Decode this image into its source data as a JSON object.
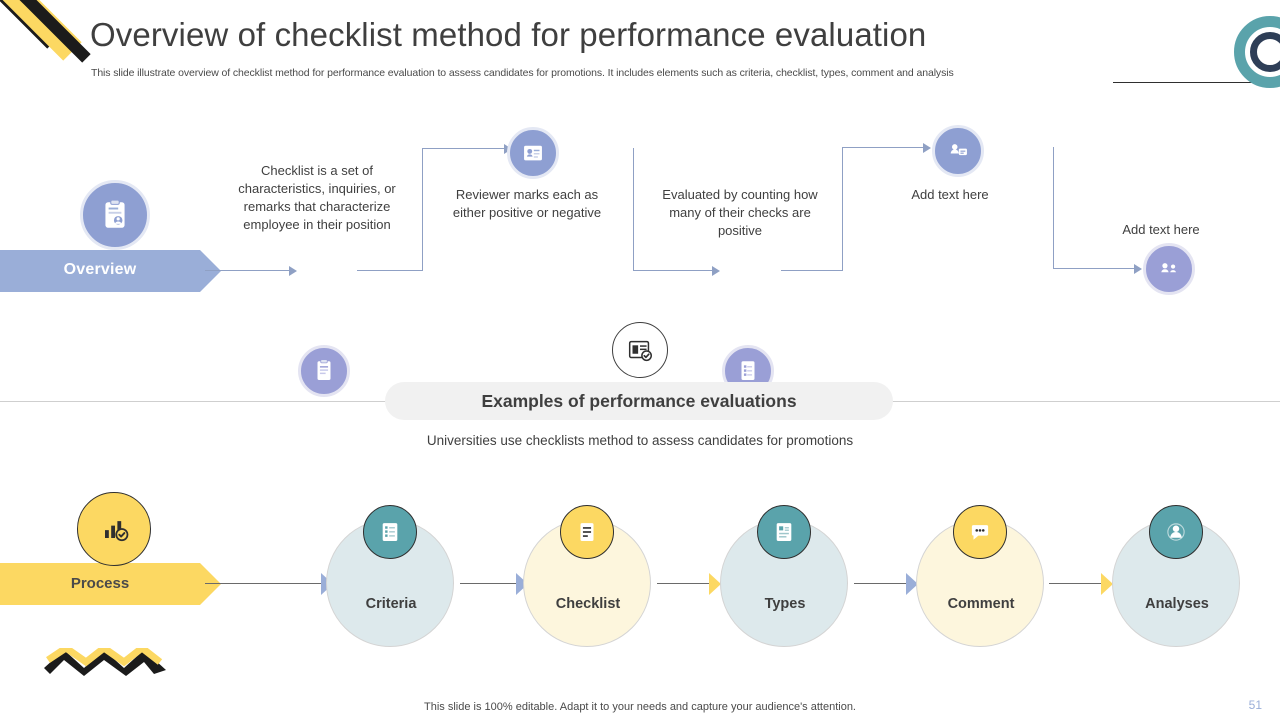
{
  "header": {
    "title": "Overview of checklist method for performance evaluation",
    "subtitle": "This slide illustrate overview of checklist method for performance evaluation to assess candidates for promotions. It includes elements such as criteria, checklist, types, comment and analysis"
  },
  "flow": {
    "ribbon_label": "Overview",
    "steps": [
      {
        "text": "Checklist is a set of characteristics, inquiries, or remarks that characterize employee in their position",
        "icon": "clipboard-person-icon"
      },
      {
        "text": "Reviewer marks each as either positive or negative",
        "icon": "review-card-icon"
      },
      {
        "text": "Evaluated by counting how many of their checks are positive",
        "icon": "checklist-count-icon"
      },
      {
        "text": "Add text here",
        "icon": "people-comment-icon"
      },
      {
        "text": "Add text here",
        "icon": "people-group-icon"
      }
    ],
    "start_icon": "clipboard-user-icon"
  },
  "middle": {
    "badge_icon": "analysis-check-icon",
    "pill_title": "Examples of performance evaluations",
    "subtitle": "Universities use checklists method to assess candidates for promotions"
  },
  "process": {
    "ribbon_label": "Process",
    "lead_icon": "chart-check-icon",
    "items": [
      {
        "label": "Criteria",
        "icon": "criteria-icon",
        "circle_color": "#dde9ec",
        "icon_bg": "#5aa3ab"
      },
      {
        "label": "Checklist",
        "icon": "checklist-icon",
        "circle_color": "#fdf6dd",
        "icon_bg": "#fcd862"
      },
      {
        "label": "Types",
        "icon": "types-icon",
        "circle_color": "#dde9ec",
        "icon_bg": "#5aa3ab"
      },
      {
        "label": "Comment",
        "icon": "comment-icon",
        "circle_color": "#fdf6dd",
        "icon_bg": "#fcd862"
      },
      {
        "label": "Analyses",
        "icon": "analyses-icon",
        "circle_color": "#dde9ec",
        "icon_bg": "#5aa3ab"
      }
    ]
  },
  "footer": {
    "note": "This slide is 100% editable. Adapt it to your needs and capture your audience's attention.",
    "page_number": "51"
  },
  "colors": {
    "accent_blue": "#9aaed8",
    "accent_yellow": "#fcd862",
    "accent_teal": "#5aa3ab",
    "text_dark": "#3f3f3f"
  }
}
